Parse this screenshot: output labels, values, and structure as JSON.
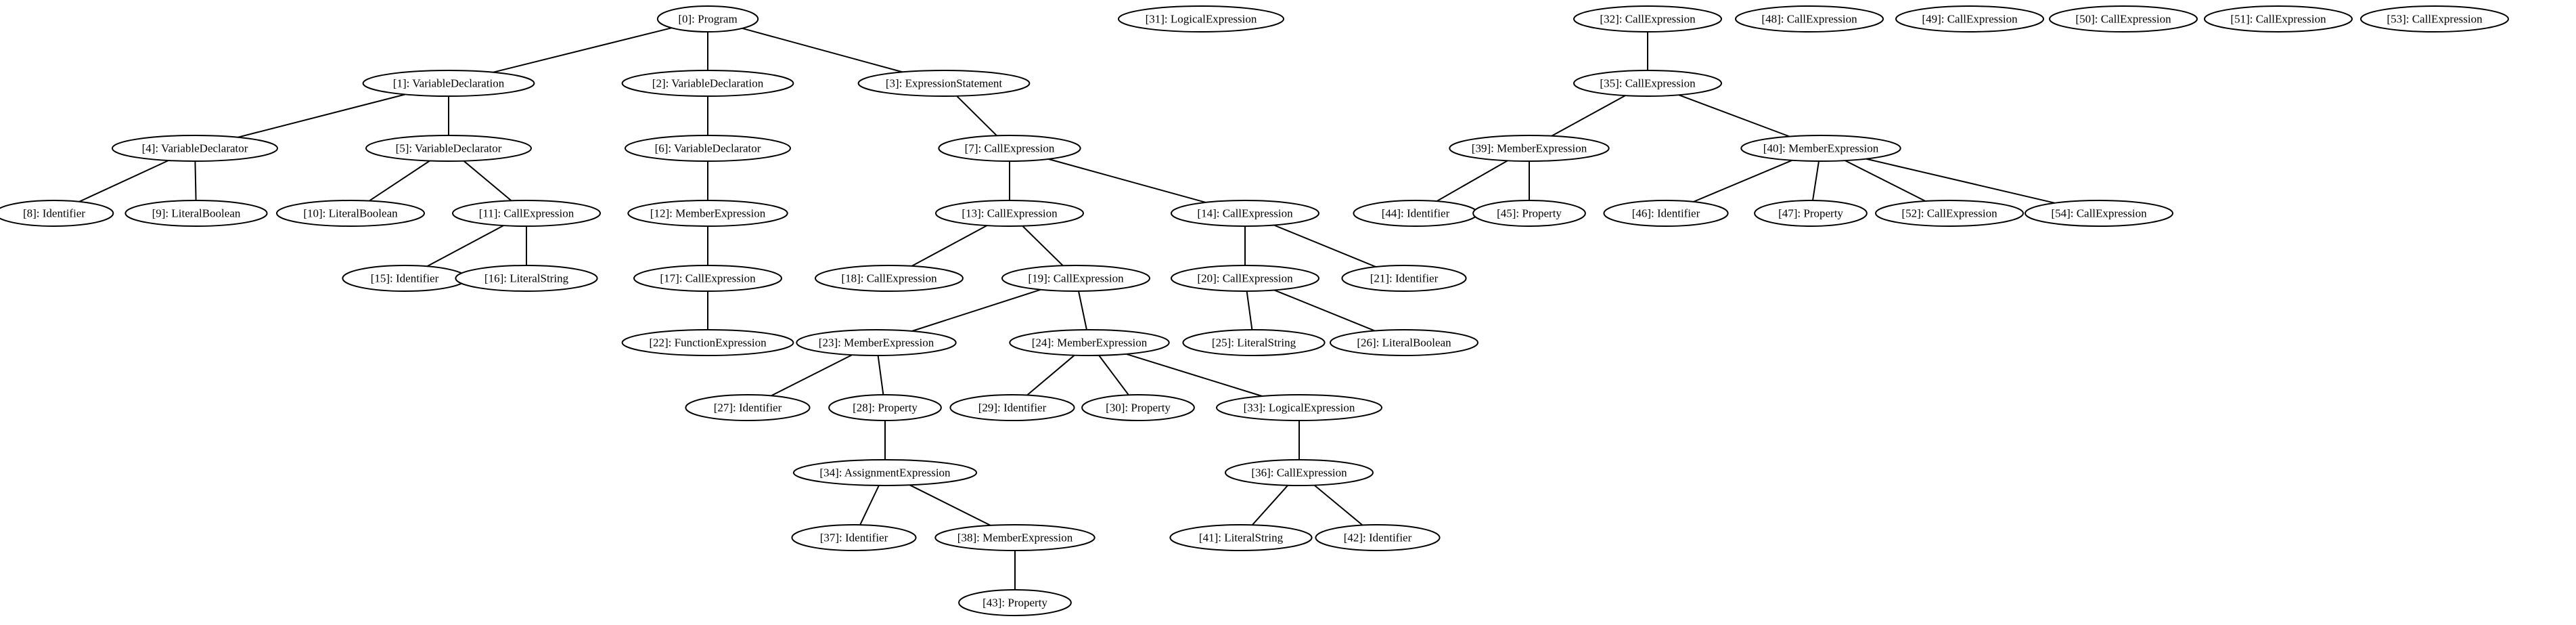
{
  "graph": {
    "nodes": [
      {
        "id": 0,
        "label": "[0]: Program"
      },
      {
        "id": 1,
        "label": "[1]: VariableDeclaration"
      },
      {
        "id": 2,
        "label": "[2]: VariableDeclaration"
      },
      {
        "id": 3,
        "label": "[3]: ExpressionStatement"
      },
      {
        "id": 4,
        "label": "[4]: VariableDeclarator"
      },
      {
        "id": 5,
        "label": "[5]: VariableDeclarator"
      },
      {
        "id": 6,
        "label": "[6]: VariableDeclarator"
      },
      {
        "id": 7,
        "label": "[7]: CallExpression"
      },
      {
        "id": 8,
        "label": "[8]: Identifier"
      },
      {
        "id": 9,
        "label": "[9]: LiteralBoolean"
      },
      {
        "id": 10,
        "label": "[10]: LiteralBoolean"
      },
      {
        "id": 11,
        "label": "[11]: CallExpression"
      },
      {
        "id": 12,
        "label": "[12]: MemberExpression"
      },
      {
        "id": 13,
        "label": "[13]: CallExpression"
      },
      {
        "id": 14,
        "label": "[14]: CallExpression"
      },
      {
        "id": 15,
        "label": "[15]: Identifier"
      },
      {
        "id": 16,
        "label": "[16]: LiteralString"
      },
      {
        "id": 17,
        "label": "[17]: CallExpression"
      },
      {
        "id": 18,
        "label": "[18]: CallExpression"
      },
      {
        "id": 19,
        "label": "[19]: CallExpression"
      },
      {
        "id": 20,
        "label": "[20]: CallExpression"
      },
      {
        "id": 21,
        "label": "[21]: Identifier"
      },
      {
        "id": 22,
        "label": "[22]: FunctionExpression"
      },
      {
        "id": 23,
        "label": "[23]: MemberExpression"
      },
      {
        "id": 24,
        "label": "[24]: MemberExpression"
      },
      {
        "id": 25,
        "label": "[25]: LiteralString"
      },
      {
        "id": 26,
        "label": "[26]: LiteralBoolean"
      },
      {
        "id": 27,
        "label": "[27]: Identifier"
      },
      {
        "id": 28,
        "label": "[28]: Property"
      },
      {
        "id": 29,
        "label": "[29]: Identifier"
      },
      {
        "id": 30,
        "label": "[30]: Property"
      },
      {
        "id": 31,
        "label": "[31]: LogicalExpression"
      },
      {
        "id": 32,
        "label": "[32]: CallExpression"
      },
      {
        "id": 33,
        "label": "[33]: LogicalExpression"
      },
      {
        "id": 34,
        "label": "[34]: AssignmentExpression"
      },
      {
        "id": 35,
        "label": "[35]: CallExpression"
      },
      {
        "id": 36,
        "label": "[36]: CallExpression"
      },
      {
        "id": 37,
        "label": "[37]: Identifier"
      },
      {
        "id": 38,
        "label": "[38]: MemberExpression"
      },
      {
        "id": 39,
        "label": "[39]: MemberExpression"
      },
      {
        "id": 40,
        "label": "[40]: MemberExpression"
      },
      {
        "id": 41,
        "label": "[41]: LiteralString"
      },
      {
        "id": 42,
        "label": "[42]: Identifier"
      },
      {
        "id": 43,
        "label": "[43]: Property"
      },
      {
        "id": 44,
        "label": "[44]: Identifier"
      },
      {
        "id": 45,
        "label": "[45]: Property"
      },
      {
        "id": 46,
        "label": "[46]: Identifier"
      },
      {
        "id": 47,
        "label": "[47]: Property"
      },
      {
        "id": 48,
        "label": "[48]: CallExpression"
      },
      {
        "id": 49,
        "label": "[49]: CallExpression"
      },
      {
        "id": 50,
        "label": "[50]: CallExpression"
      },
      {
        "id": 51,
        "label": "[51]: CallExpression"
      },
      {
        "id": 52,
        "label": "[52]: CallExpression"
      },
      {
        "id": 53,
        "label": "[53]: CallExpression"
      },
      {
        "id": 54,
        "label": "[54]: CallExpression"
      }
    ],
    "edges": [
      [
        0,
        1
      ],
      [
        0,
        2
      ],
      [
        0,
        3
      ],
      [
        1,
        4
      ],
      [
        1,
        5
      ],
      [
        2,
        6
      ],
      [
        3,
        7
      ],
      [
        4,
        8
      ],
      [
        4,
        9
      ],
      [
        5,
        10
      ],
      [
        5,
        11
      ],
      [
        6,
        12
      ],
      [
        7,
        13
      ],
      [
        7,
        14
      ],
      [
        11,
        15
      ],
      [
        11,
        16
      ],
      [
        12,
        17
      ],
      [
        13,
        18
      ],
      [
        13,
        19
      ],
      [
        14,
        20
      ],
      [
        14,
        21
      ],
      [
        17,
        22
      ],
      [
        19,
        23
      ],
      [
        19,
        24
      ],
      [
        20,
        25
      ],
      [
        20,
        26
      ],
      [
        23,
        27
      ],
      [
        23,
        28
      ],
      [
        24,
        29
      ],
      [
        24,
        30
      ],
      [
        24,
        33
      ],
      [
        28,
        34
      ],
      [
        33,
        36
      ],
      [
        34,
        37
      ],
      [
        34,
        38
      ],
      [
        36,
        41
      ],
      [
        36,
        42
      ],
      [
        38,
        43
      ],
      [
        32,
        35
      ],
      [
        35,
        39
      ],
      [
        35,
        40
      ],
      [
        39,
        44
      ],
      [
        39,
        45
      ],
      [
        40,
        46
      ],
      [
        40,
        47
      ],
      [
        40,
        52
      ],
      [
        40,
        54
      ]
    ]
  }
}
